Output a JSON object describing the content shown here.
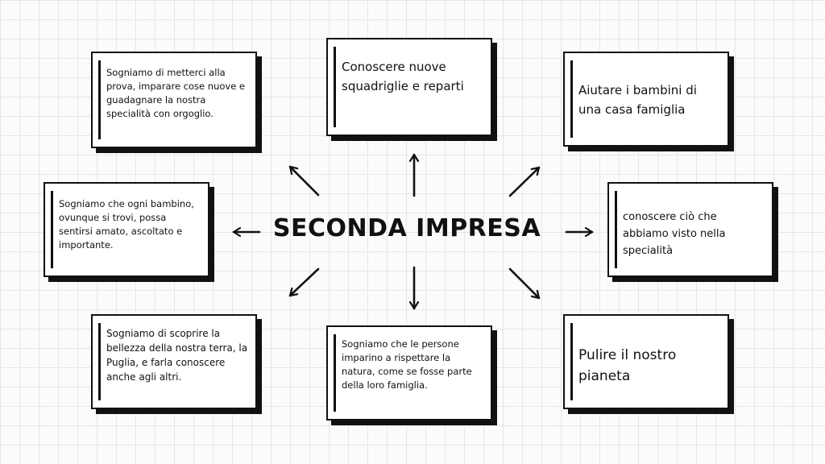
{
  "title": "SECONDA IMPRESA",
  "boxes": {
    "top_left": "Sogniamo di metterci alla prova, imparare cose nuove e guadagnare la nostra specialità con orgoglio.",
    "top_center": "Conoscere nuove squadriglie e reparti",
    "top_right": "Aiutare i bambini di una casa famiglia",
    "middle_left": "Sogniamo che ogni bambino, ovunque si trovi, possa sentirsi amato, ascoltato e importante.",
    "middle_right": "conoscere ciò che abbiamo visto nella specialità",
    "bottom_left": "Sogniamo di scoprire la bellezza della nostra terra, la Puglia, e farla conoscere anche agli altri.",
    "bottom_center": "Sogniamo che le persone imparino a rispettare la natura, come se fosse parte della loro famiglia.",
    "bottom_right": "Pulire il nostro pianeta"
  }
}
